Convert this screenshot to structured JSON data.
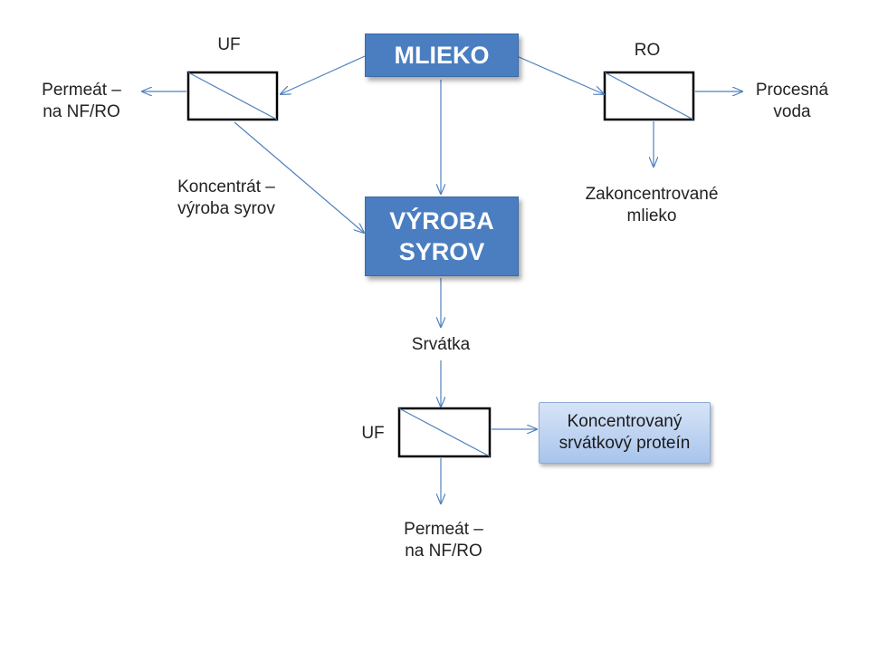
{
  "colors": {
    "process_box": "#4a7ec0",
    "process_box_border": "#3a6aa8",
    "output_box_top": "#d7e4f7",
    "output_box_bottom": "#a8c4ec",
    "arrow": "#4f81bd",
    "membrane_border": "#000000"
  },
  "nodes": {
    "milk": {
      "label": "MLIEKO"
    },
    "cheese_line1": "VÝROBA",
    "cheese_line2": "SYROV",
    "whey_protein_line1": "Koncentrovaný",
    "whey_protein_line2": "srvátkový proteín"
  },
  "membranes": {
    "uf_top": "UF",
    "ro_top": "RO",
    "uf_bottom": "UF"
  },
  "labels": {
    "permeate_top_line1": "Permeát –",
    "permeate_top_line2": "na NF/RO",
    "concentrate_line1": "Koncentrát –",
    "concentrate_line2": "výroba syrov",
    "process_water_line1": "Procesná",
    "process_water_line2": "voda",
    "concentrated_milk_line1": "Zakoncentrované",
    "concentrated_milk_line2": "mlieko",
    "whey": "Srvátka",
    "permeate_bottom_line1": "Permeát –",
    "permeate_bottom_line2": "na NF/RO"
  }
}
